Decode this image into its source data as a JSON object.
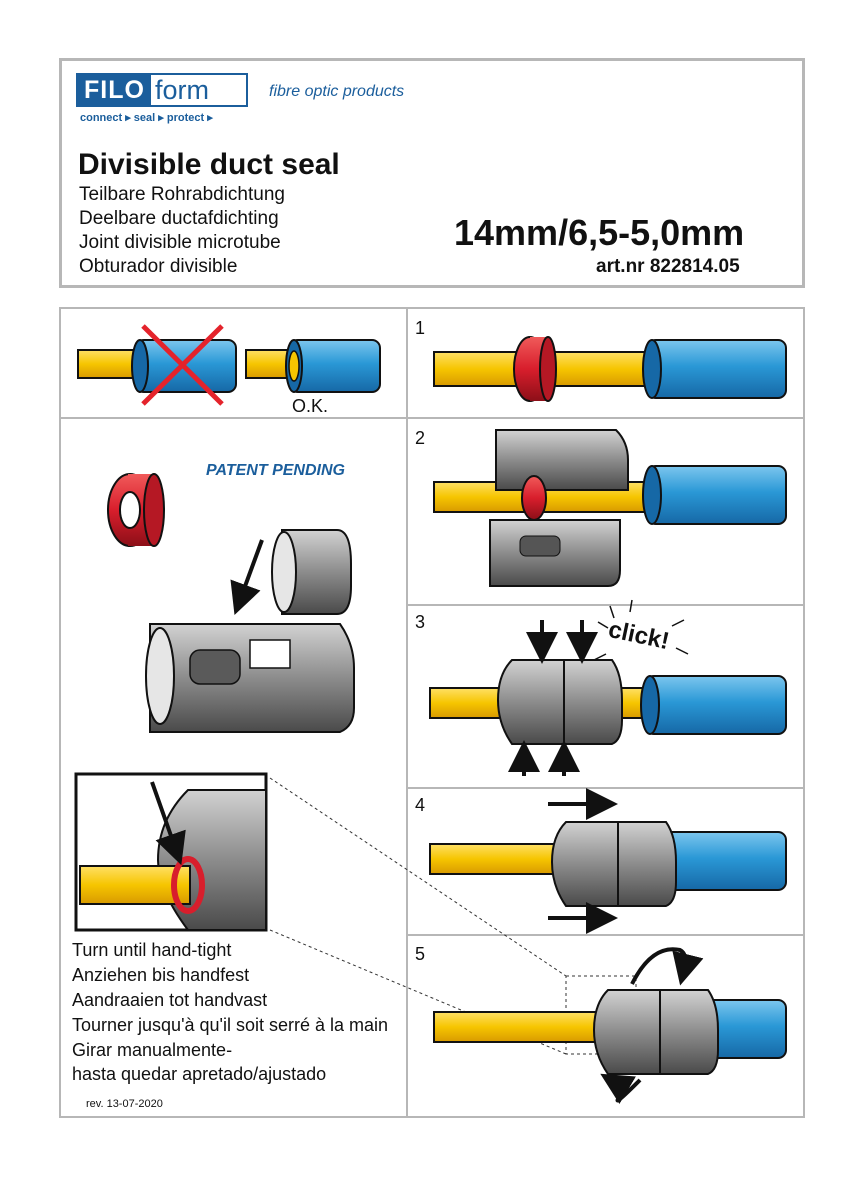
{
  "header": {
    "logo": {
      "part1": "FILO",
      "part2": "form",
      "tagline": "connect ▸ seal ▸ protect ▸"
    },
    "subtitle": "fibre optic products",
    "title": "Divisible duct seal",
    "translations": [
      "Teilbare Rohrabdichtung",
      "Deelbare ductafdichting",
      "Joint divisible microtube",
      "Obturador divisible"
    ],
    "size": "14mm/6,5-5,0mm",
    "article": "art.nr 822814.05"
  },
  "intro": {
    "ok_label": "O.K.",
    "patent": "PATENT PENDING"
  },
  "steps": [
    {
      "number": "1"
    },
    {
      "number": "2"
    },
    {
      "number": "3",
      "click_text": "click!"
    },
    {
      "number": "4"
    },
    {
      "number": "5"
    }
  ],
  "instructions": [
    "Turn until hand-tight",
    "Anziehen bis handfest",
    "Aandraaien tot handvast",
    "Tourner jusqu'à qu'il soit serré à la main",
    "Girar manualmente-",
    "hasta quedar apretado/ajustado"
  ],
  "revision": "rev. 13-07-2020",
  "colors": {
    "brand_blue": "#1b5e9c",
    "cable_yellow": "#f6c500",
    "duct_blue": "#2a98d6",
    "seal_red": "#d81e2c",
    "cross_red": "#e4232b",
    "frame_grey": "#b7b7b7"
  }
}
